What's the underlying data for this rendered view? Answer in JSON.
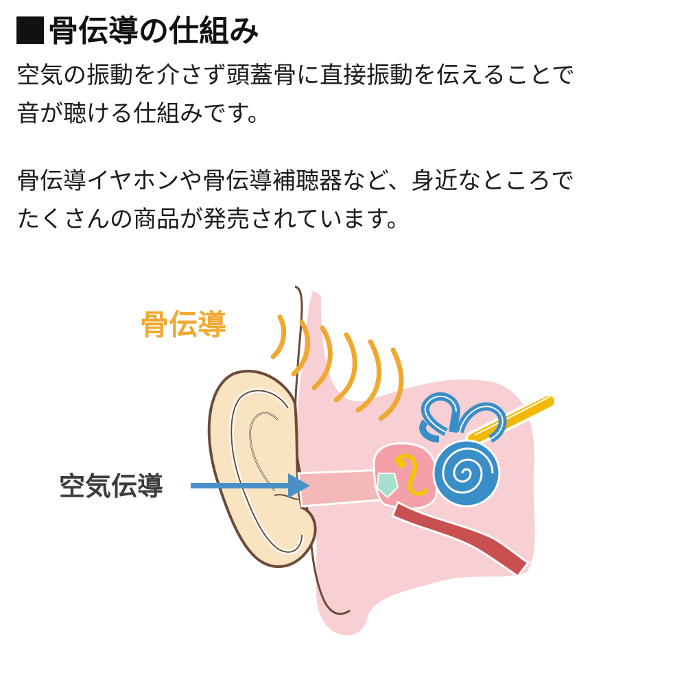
{
  "heading": {
    "title": "骨伝導の仕組み"
  },
  "paragraph1": {
    "line1": "空気の振動を介さず頭蓋骨に直接振動を伝えることで",
    "line2": "音が聴ける仕組みです。"
  },
  "paragraph2": {
    "line1": "骨伝導イヤホンや骨伝導補聴器など、身近なところで",
    "line2": "たくさんの商品が発売されています。"
  },
  "diagram": {
    "bone_label": "骨伝導",
    "air_label": "空気伝導",
    "colors": {
      "bone": "#f0a830",
      "air_arrow": "#4a90c8",
      "air_text": "#3c3c3c",
      "skin": "#f8d0d4",
      "ear": "#f8e4c0",
      "outline": "#6b4a3a",
      "cochlea": "#3a8ec8",
      "nerve": "#f5b800",
      "tube": "#b84848"
    }
  }
}
